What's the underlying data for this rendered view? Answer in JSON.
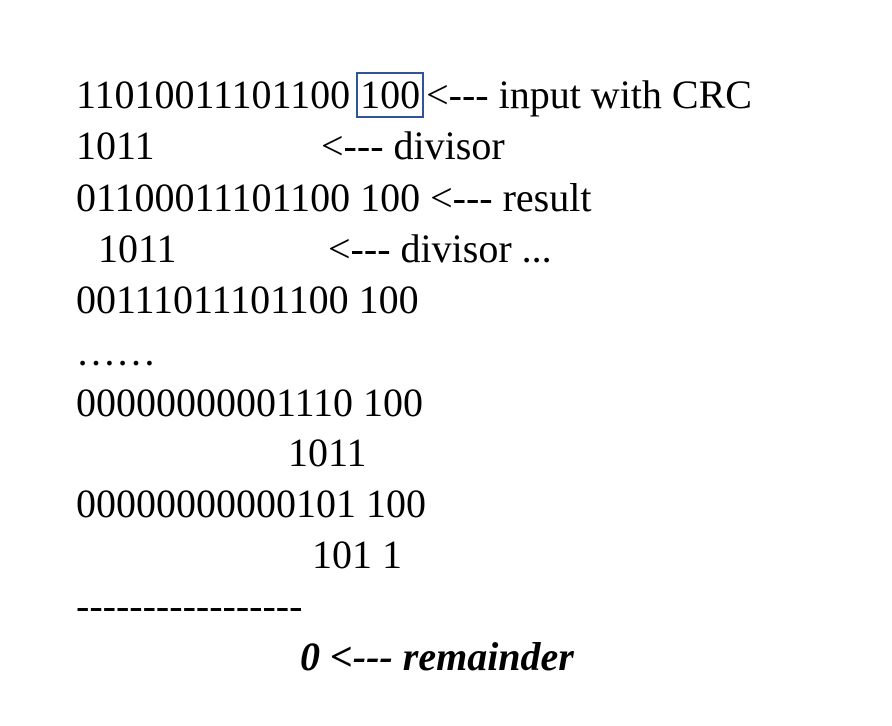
{
  "lines": [
    {
      "prefix": "11010011101100",
      "boxed": "100",
      "suffix": "<--- input with CRC"
    },
    {
      "bits": "1011",
      "note": "<--- divisor"
    },
    {
      "text": "01100011101100 100 <--- result"
    },
    {
      "bits": "1011",
      "note": "<--- divisor ..."
    },
    {
      "text": "00111011101100 100"
    },
    {
      "text": "……"
    },
    {
      "text": "00000000001110 100"
    },
    {
      "text": "1011"
    },
    {
      "text": "00000000000101 100"
    },
    {
      "text": "101 1"
    },
    {
      "text": "-----------------"
    },
    {
      "text": "0 <--- remainder"
    }
  ],
  "colors": {
    "crc_box_border": "#2f5597"
  }
}
